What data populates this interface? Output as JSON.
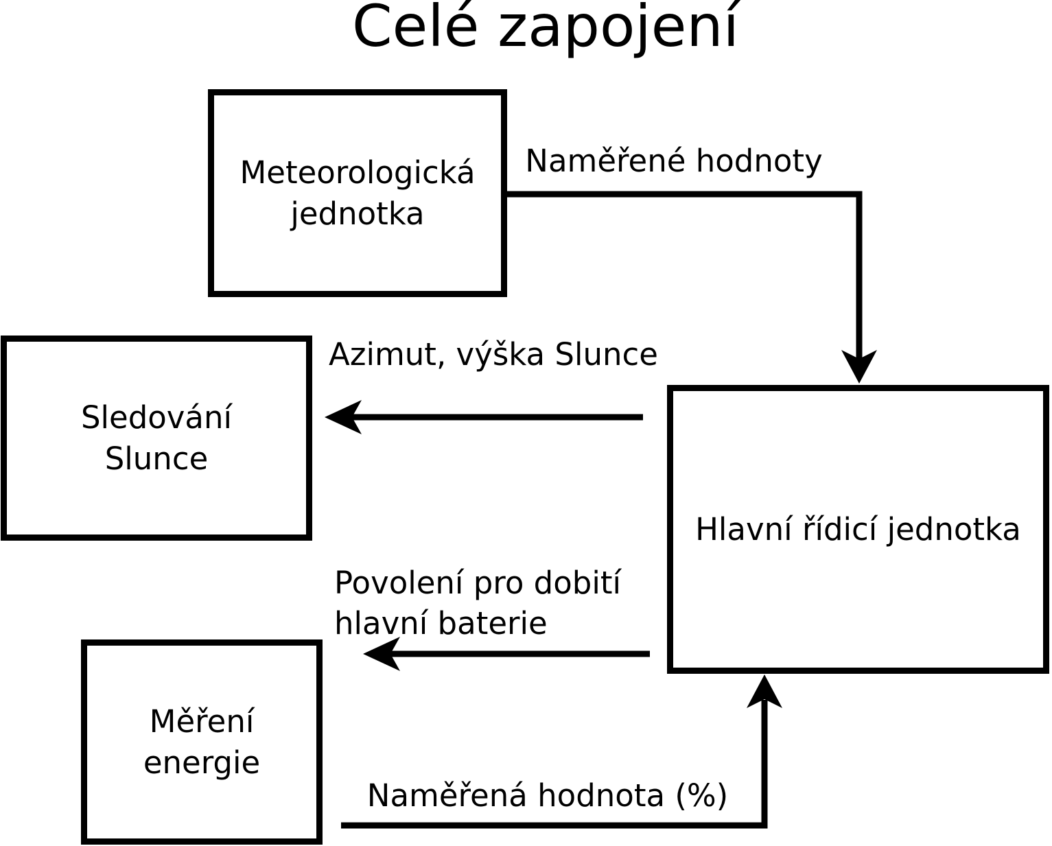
{
  "title": "Celé zapojení",
  "colors": {
    "ink": "#000000",
    "background": "#ffffff"
  },
  "nodes": {
    "meteo_unit": {
      "label": "Meteorologická\njednotka"
    },
    "sun_tracking": {
      "label": "Sledování\nSlunce"
    },
    "energy_measure": {
      "label": "Měření\nenergie"
    },
    "main_control": {
      "label": "Hlavní řídicí jednotka"
    }
  },
  "edges": {
    "meteo_to_main": {
      "from": "Meteorologická jednotka",
      "to": "Hlavní řídicí jednotka",
      "label": "Naměřené hodnoty"
    },
    "main_to_sun": {
      "from": "Hlavní řídicí jednotka",
      "to": "Sledování Slunce",
      "label": "Azimut, výška Slunce"
    },
    "main_to_energy": {
      "from": "Hlavní řídicí jednotka",
      "to": "Měření energie",
      "label": "Povolení pro dobití\nhlavní baterie"
    },
    "energy_to_main": {
      "from": "Měření energie",
      "to": "Hlavní řídicí jednotka",
      "label": "Naměřená hodnota (%)"
    }
  }
}
